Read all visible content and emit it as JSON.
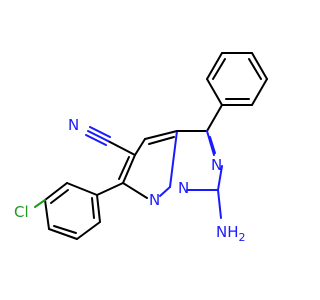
{
  "structure": {
    "atom_labels": {
      "nitrile_n": "N",
      "imidazole_n_upper": "N",
      "ring_n_bridge": "N",
      "ring_n_lower": "N",
      "amino": "NH",
      "amino_subscript": "2",
      "chlorine": "Cl"
    },
    "colors": {
      "bond": "#000000",
      "nitrogen": "#1a1aff",
      "chlorine": "#1f9a1f",
      "background": "#ffffff"
    }
  }
}
